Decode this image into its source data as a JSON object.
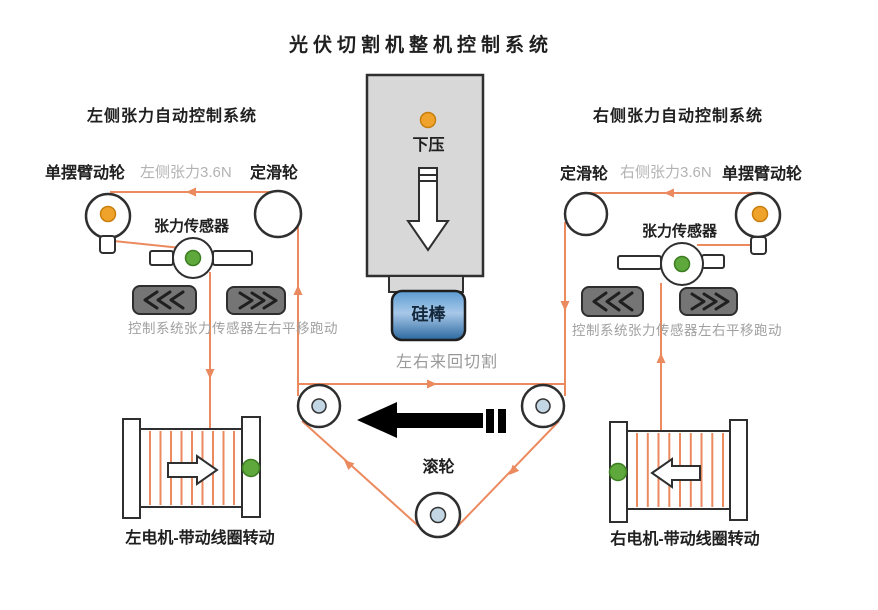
{
  "title": "光伏切割机整机控制系统",
  "center": {
    "press_label": "下压",
    "silicon_rod_label": "硅棒",
    "cutting_motion_label": "左右来回切割",
    "roller_label": "滚轮"
  },
  "left_system": {
    "header": "左侧张力自动控制系统",
    "swing_wheel_label": "单摆臂动轮",
    "tension_value": "左侧张力3.6N",
    "fixed_pulley_label": "定滑轮",
    "sensor_label": "张力传感器",
    "caption": "控制系统张力传感器左右平移跑动",
    "motor_label": "左电机-带动线圈转动"
  },
  "right_system": {
    "header": "右侧张力自动控制系统",
    "swing_wheel_label": "单摆臂动轮",
    "tension_value": "右侧张力3.6N",
    "fixed_pulley_label": "定滑轮",
    "sensor_label": "张力传感器",
    "caption": "控制系统张力传感器左右平移跑动",
    "motor_label": "右电机-带动线圈转动"
  },
  "colors": {
    "wire": "#EC8A5F",
    "amber_indicator": "#F0A32A",
    "green_indicator": "#5FA93C",
    "pulley_hub": "#C3D6E4",
    "machine_gray": "#D8D8D8",
    "silicon_rod_top": "#5B9CD3",
    "silicon_rod_mid": "#A8C8E8",
    "silicon_rod_bottom": "#2B689F",
    "chevron_box_gray": "#757575",
    "muted_text": "#B3B3B3",
    "cut_arrow_black": "#000000"
  }
}
